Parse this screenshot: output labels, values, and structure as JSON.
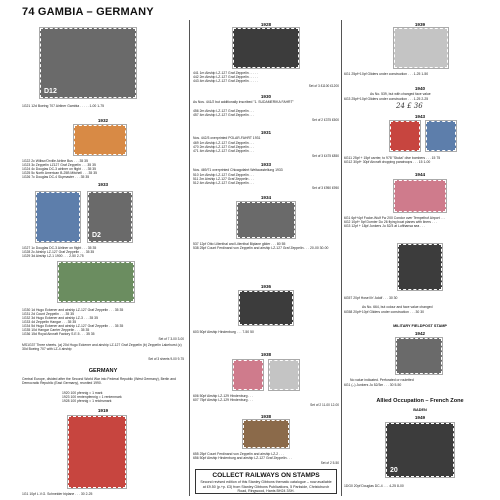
{
  "header": {
    "title": "74  GAMBIA – GERMANY"
  },
  "col1": {
    "item1": "1G21   12d Boeing 707 Airliner Gambia . . . . .   1-00   1-75",
    "year1932": "1932",
    "items1932": [
      "1G22   2c Wilbur/Orville Airline Bus . . .   35   35",
      "1G23   3c Zeppelin LZ127 Graf Zeppelin . . .   35   35",
      "1G24   4c Douglas DC-3 airliner on flight . . .   35   35",
      "1G25   5c North American B-25B Mitchell . . .   35   35",
      "1G26   7c Douglas DC-4 Skymaster . . .   35   35"
    ],
    "year1933": "1933",
    "items1933": [
      "1G27   1c Douglas DC-3 Airliner on flight . . .   35   35",
      "1G28   2c Airship LZ-127 Graf Zeppelin . . .   35   35",
      "1G29   3d Airship LZ-1 1900 . . .   2-50   2-75"
    ],
    "items1934": [
      "1G30   1d Hugo Eckener and airship LZ-127 Graf Zeppelin . . .   35   35",
      "1G31   2d Count Zeppelin . . .   35   35",
      "1G32   3d Hugo Eckener and airship LZ-3 . . .   35   35",
      "1G33   4d Zeppelin Hangar . . .   35   35",
      "1G34   5d Hugo Eckener and airship LZ-127 Graf Zeppelin . . .   35   35",
      "1G35   10d Hangar Carrier Zeppelin . . .   35   35",
      "1G36   15d Royal Aircraft Factory S.E.5 . . .   35   35"
    ],
    "set1": "Set of 7   3-00   3-00",
    "note1": "MS1G37  Three sheets. (a) 20d Hugo Eckener and airship LZ-127 Graf Zeppelin (b) Zeppelin Lakehurst (c) 30d Boeing 707 with LZ-4 airship",
    "set2": "Set of 3 sheets   9-00   9-75",
    "germanyTitle": "GERMANY",
    "germanyText": "Central Europe, divided after the Second World War into Federal Republic (West Germany), Berlin and Democratic Republic (East Germany), reunited 1990.",
    "germanyLines": [
      "1920   100 pfennig = 1 mark",
      "1923   100 rentenpfennig = 1 rentenmark",
      "1928   100 pfennig = 1 reichsmark"
    ],
    "year1919": "1919",
    "item1919": "1G1   10pf L.V.G. Schneider biplane . . .   30   2-25"
  },
  "col2": {
    "year1928": "1928",
    "items1928": [
      "441   1m Airship LZ-127 Graf Zeppelin . . .   . .",
      "442   2m Airship LZ-127 Graf Zeppelin . . .   . .",
      "443   4m Airship LZ-127 Graf Zeppelin . . .   . ."
    ],
    "set1928": "Set of 3   £1100   £1200",
    "year1930": "1930",
    "note1930": "As Nos. 441/2 but additionally inscribed \"1. SUDAMERIKA FAHRT\"",
    "items1930": [
      "456   2m Airship LZ-127 Graf Zeppelin . . .",
      "457   4m Airship LZ-127 Graf Zeppelin . . ."
    ],
    "set1930": "Set of 2   £375   £500",
    "year1931": "1931",
    "note1931": "Nos. 442/3 overprinted POLAR-FAHRT 1931",
    "items1931": [
      "469   1m Airship LZ-127 Graf Zeppelin . . .",
      "470   2m Airship LZ-127 Graf Zeppelin . . .",
      "471   4m Airship LZ-127 Graf Zeppelin . . ."
    ],
    "set1931": "Set of 3   £475   £850",
    "year1933": "1933",
    "note1933": "Nos. 469/71 overprinted Chicagofahrt Weltausstellung 1933",
    "items1933": [
      "510   1m Airship LZ-127 Graf Zeppelin . . .",
      "511   2m Airship LZ-127 Graf Zeppelin . . .",
      "512   4m Airship LZ-127 Graf Zeppelin . . ."
    ],
    "set1933": "Set of 3   £950   £950",
    "year1934": "1934",
    "items1934": [
      "537   12pf Otto Lilienthal and Lilienthal Biplane glider . . .   80   55",
      "538   25pf Count Ferdinand von Zeppelin and airship LZ-127 Graf Zeppelin . . .   20-00   30-00"
    ],
    "year1936": "1936",
    "items1936": [
      "603   50pf Airship Hindenburg . . .   7-50   50"
    ],
    "year1938": "1938",
    "items1938": [
      "606   50pf Airship LZ-129 Hindenburg . . .",
      "607   75pf Airship LZ-129 Hindenburg . . ."
    ],
    "set1938": "Set of 2   11-00   12-00",
    "year1938b": "1938",
    "items1938b": [
      "655   25pf Count Ferdinand von Zeppelin and airship LZ-2 . . .",
      "656   50pf Airship Hindenburg and airship LZ-127 Graf Zeppelin . . ."
    ],
    "set1938b": "Set of 2   5-50",
    "boxTitle": "COLLECT RAILWAYS ON STAMPS",
    "boxText": "Second revised edition of this Stanley Gibbons thematic catalogue – now available at £9.50 (p.+p. £3) from Stanley Gibbons Publications, 5 Parkside, Christchurch Road, Ringwood, Hants BH24 3SH."
  },
  "col3": {
    "year1939": "1939",
    "item1939": "6G1   25pf+10pf Gliders under construction . . .   1-25   1-50",
    "year1940": "1940",
    "note1940": "As No. 539, but with changed face value",
    "item1940": "6G3   25pf+10pf Gliders under construction . . .   1-25   2-25",
    "handNote": "24 £ 36",
    "year1943": "1943",
    "items1943": [
      "6G11   25pf + 15pf carrier, to 978 \"Stuka\" dive bombers . . .   15   75",
      "6G12   30pf+ 30pf Aircraft dropping paratroops . . .   15   1-00"
    ],
    "year1944": "1944",
    "items1944": [
      "6G1   6pf+4pf Focke-Wulf Fw 200 Condor over Tempelhof Airport . . .",
      "6G2   10pf+ 5pf Dornier Do 26 flying boat planes with liners . . .",
      "6G3   12pf + 18pf Junkers Ju 52/3 at Lufthansa sea . . ."
    ],
    "item1944c": "6G57   20pf Hosel Ih' Adolf . . .   30   30",
    "note1944b": "As No. 664, but colour and face value changed",
    "item1944d": "6G58   20pf+10pf Gliders under construction . . .   30   30",
    "occTitle": "MILITARY FIELDPOST STAMP",
    "year1942": "1942",
    "note1942": "No value indicated. Perforated or rouletted",
    "item1942": "6G1   (–) Junkers Ju 52/3m . . .   30   5-50",
    "alliedTitle": "Allied Occupation – French Zone",
    "alliedSub": "BADEN",
    "year1949": "1949",
    "item1949": "1DG0   20pf Douglas DC-4 . . .   4-25   8-00"
  }
}
